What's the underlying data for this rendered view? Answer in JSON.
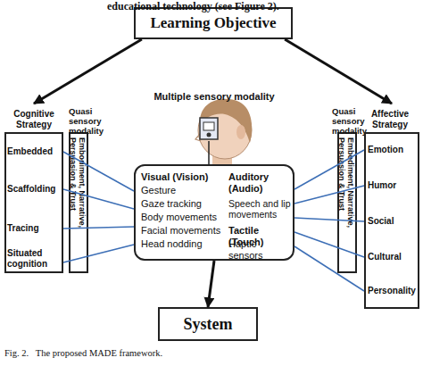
{
  "diagram": {
    "caption": "Fig. 2.   The proposed MADE framework.",
    "nodes": [
      {
        "text": [
          "Learning Objective"
        ]
      },
      {
        "text": [
          "Cognitive Strategy",
          "Embedded",
          "Scaffolding",
          "Tracing",
          "Situated cognition"
        ]
      },
      {
        "text": [
          "Quasi sensory modality",
          "Embodiment, Narrative, Persuasion & Trust"
        ]
      },
      {
        "text": [
          "Visual (Vision)",
          "Gesture",
          "Gaze tracking",
          "Body movements",
          "Facial movements",
          "Head nodding",
          "Auditory (Audio)",
          "Speech and lip movements",
          "Tactile (Touch)",
          "Haptic sensors"
        ]
      },
      {
        "text": [
          "Quasi sensory modality",
          "Embodiment, Narrative, Persuasion & Trust"
        ]
      },
      {
        "text": [
          "Affective Strategy",
          "Emotion",
          "Humor",
          "Social",
          "Cultural",
          "Personality"
        ]
      },
      {
        "text": [
          "System"
        ]
      }
    ],
    "edges": [
      {
        "from": 0,
        "to": 1,
        "arrow": "to"
      },
      {
        "from": 0,
        "to": 5,
        "arrow": "to"
      },
      {
        "from": 1,
        "to": 3,
        "arrow": "none"
      },
      {
        "from": 1,
        "to": 3,
        "arrow": "none"
      },
      {
        "from": 1,
        "to": 3,
        "arrow": "none"
      },
      {
        "from": 1,
        "to": 3,
        "arrow": "none"
      },
      {
        "from": 5,
        "to": 3,
        "arrow": "none"
      },
      {
        "from": 5,
        "to": 3,
        "arrow": "none"
      },
      {
        "from": 5,
        "to": 3,
        "arrow": "none"
      },
      {
        "from": 5,
        "to": 3,
        "arrow": "none"
      },
      {
        "from": 5,
        "to": 3,
        "arrow": "none"
      },
      {
        "from": 3,
        "to": 6,
        "arrow": "to"
      }
    ],
    "labels": [
      "educational technology (see Figure 2).",
      "Multiple sensory modality"
    ]
  }
}
